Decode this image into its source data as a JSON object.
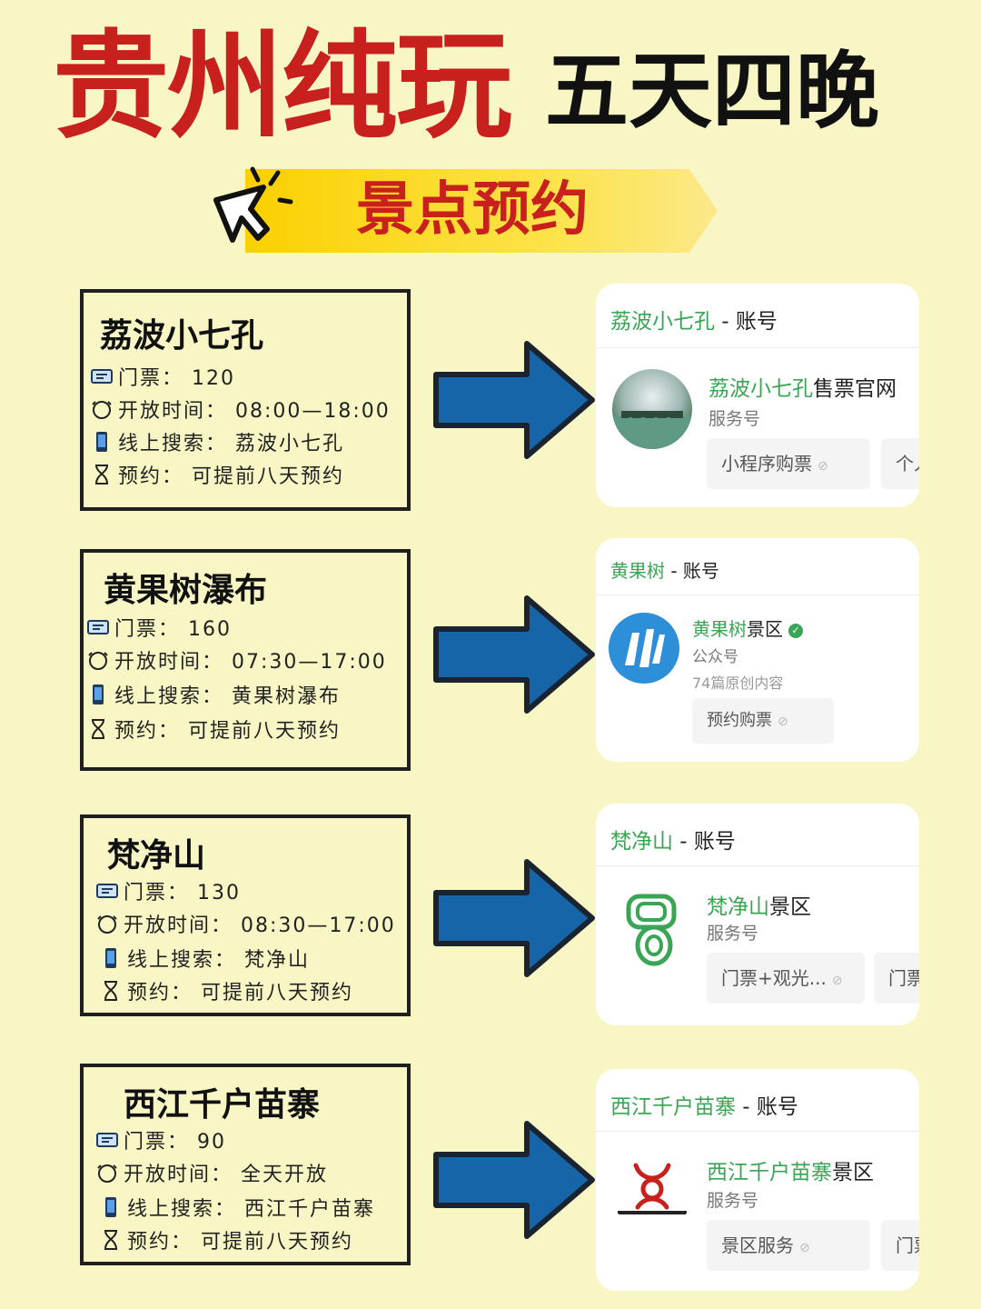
{
  "title": {
    "main": "贵州纯玩",
    "sub": "五天四晚"
  },
  "banner": {
    "text": "景点预约"
  },
  "colors": {
    "background": "#f7f6c4",
    "title_red": "#c8211d",
    "arrow_blue": "#1565a8",
    "wechat_green": "#3aa554",
    "banner_yellow": "#fbd000"
  },
  "spots": [
    {
      "name": "荔波小七孔",
      "ticket": "门票： 120",
      "hours": "开放时间： 08:00—18:00",
      "search": "线上搜索： 荔波小七孔",
      "booking": "预约： 可提前八天预约",
      "card": {
        "head_name": "荔波小七孔",
        "head_suffix": " - 账号",
        "account_highlight": "荔波小七孔",
        "account_rest": "售票官网",
        "account_type": "服务号",
        "chips": [
          "小程序购票",
          "个人"
        ]
      }
    },
    {
      "name": "黄果树瀑布",
      "ticket": "门票： 160",
      "hours": "开放时间： 07:30—17:00",
      "search": "线上搜索： 黄果树瀑布",
      "booking": "预约： 可提前八天预约",
      "card": {
        "head_name": "黄果树",
        "head_suffix": " - 账号",
        "account_highlight": "黄果树",
        "account_rest": "景区",
        "account_type": "公众号",
        "account_extra": "74篇原创内容",
        "chips": [
          "预约购票"
        ]
      }
    },
    {
      "name": "梵净山",
      "ticket": "门票： 130",
      "hours": "开放时间： 08:30—17:00",
      "search": "线上搜索： 梵净山",
      "booking": "预约： 可提前八天预约",
      "card": {
        "head_name": "梵净山",
        "head_suffix": " - 账号",
        "account_highlight": "梵净山",
        "account_rest": "景区",
        "account_type": "服务号",
        "chips": [
          "门票+观光...",
          "门票"
        ]
      }
    },
    {
      "name": "西江千户苗寨",
      "ticket": "门票： 90",
      "hours": "开放时间： 全天开放",
      "search": "线上搜索： 西江千户苗寨",
      "booking": "预约： 可提前八天预约",
      "card": {
        "head_name": "西江千户苗寨",
        "head_suffix": " - 账号",
        "account_highlight": "西江千户苗寨",
        "account_rest": "景区",
        "account_type": "服务号",
        "chips": [
          "景区服务",
          "门票"
        ]
      }
    }
  ]
}
